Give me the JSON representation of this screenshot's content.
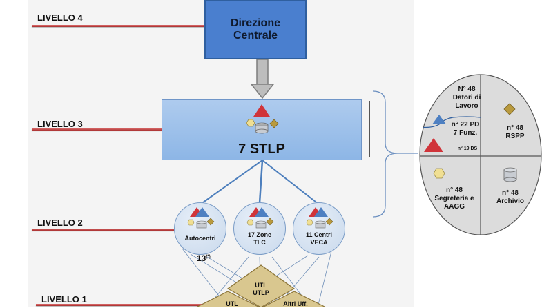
{
  "levels": {
    "l4": "LIVELLO 4",
    "l3": "LIVELLO 3",
    "l2": "LIVELLO 2",
    "l1": "LIVELLO 1"
  },
  "direzione": {
    "line1": "Direzione",
    "line2": "Centrale"
  },
  "stlp": {
    "title": "7 STLP"
  },
  "level2": {
    "autocentri": {
      "label": "Autocentri",
      "count": "13",
      "note": "(*)"
    },
    "zone_tlc": {
      "line1": "17 Zone",
      "line2": "TLC"
    },
    "centri_veca": {
      "line1": "11 Centri",
      "line2": "VECA"
    }
  },
  "level1": {
    "top": {
      "line1": "UTL",
      "line2": "UTLP"
    },
    "left": {
      "line1": "UTL"
    },
    "right": {
      "line1": "Altri Uff."
    }
  },
  "oval": {
    "q1": {
      "line1": "N° 48",
      "line2": "Datori di",
      "line3": "Lavoro"
    },
    "q1b": {
      "line1": "n° 22 PD",
      "line2": "7 Funz."
    },
    "q1c": "n° 19 DS",
    "q2": {
      "line1": "n° 48",
      "line2": "RSPP"
    },
    "q3": {
      "line1": "n° 48",
      "line2": "Segreteria e",
      "line3": "AAGG"
    },
    "q4": {
      "line1": "n° 48",
      "line2": "Archivio"
    }
  },
  "colors": {
    "dc_blue": "#4a7fcf",
    "stlp_blue": "#9fc1ea",
    "red_triangle": "#d0343a",
    "blue_triangle": "#4e80c2",
    "diamond_olive": "#b99a3e",
    "hexagon_yellow": "#f0df93",
    "cylinder_grey": "#c8ccd2",
    "level_line_red": "#b73a3a"
  }
}
